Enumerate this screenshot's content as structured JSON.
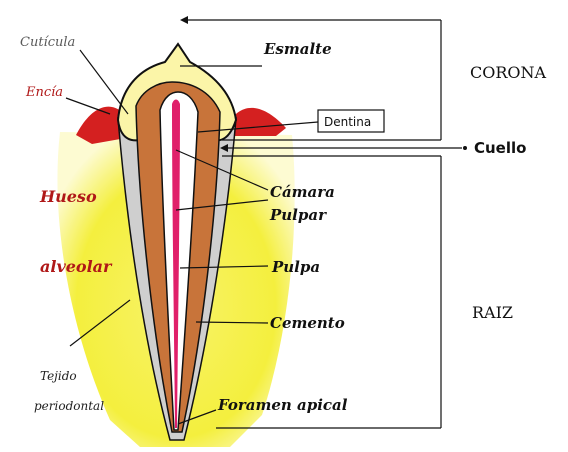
{
  "labels": {
    "cuticula": "Cutícula",
    "encia": "Encía",
    "hueso": "Hueso",
    "alveolar": "alveolar",
    "tejido": "Tejido",
    "periodontal": "periodontal",
    "esmalte": "Esmalte",
    "dentina": "Dentina",
    "camara": "Cámara",
    "pulpar": "Pulpar",
    "pulpa": "Pulpa",
    "cemento": "Cemento",
    "foramen": "Foramen apical",
    "corona": "CORONA",
    "cuello": "Cuello",
    "raiz": "RAIZ"
  },
  "colors": {
    "bone": "#f4ef3e",
    "bone_glow": "#fbf9b0",
    "gum": "#d42020",
    "enamel": "#fbf5a8",
    "dentin": "#c8743a",
    "pulp": "#e0206a",
    "cementum": "#cfcfcf",
    "outline": "#111111"
  }
}
